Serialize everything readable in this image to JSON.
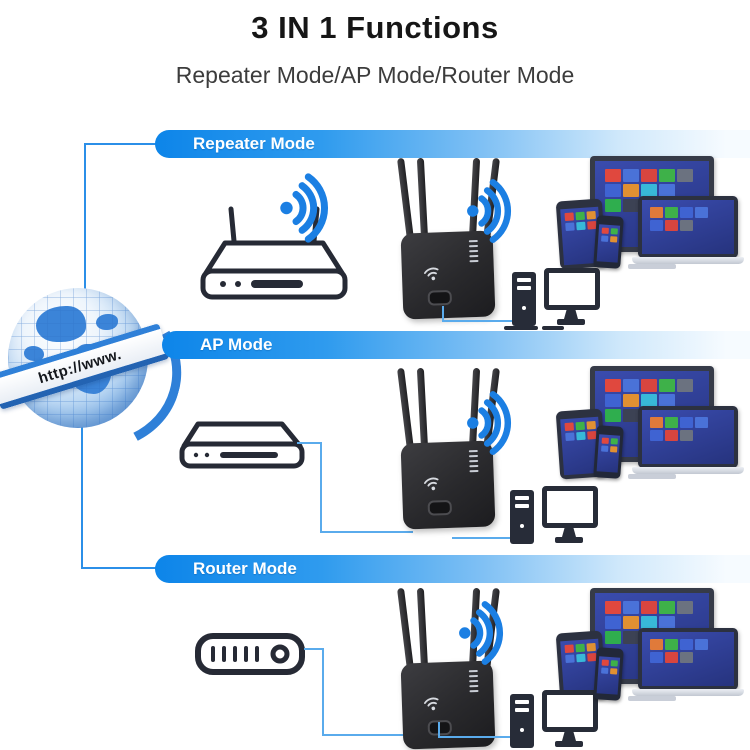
{
  "header": {
    "title": "3 IN 1 Functions",
    "subtitle": "Repeater Mode/AP Mode/Router Mode"
  },
  "globe": {
    "label": "http://www."
  },
  "sections": [
    {
      "label": "Repeater Mode"
    },
    {
      "label": "AP Mode"
    },
    {
      "label": "Router Mode"
    }
  ],
  "colors": {
    "banner_blue": "#0d85e9",
    "wifi_blue": "#1b7fe3",
    "connection_line_blue": "#2b8fe8",
    "cable_blue": "#5aabec",
    "icon_outline_dark": "#262a35",
    "device_screen_blue": "#2e3d99",
    "repeater_body_black": "#29292c"
  },
  "devices": {
    "monitor_tiles": [
      [
        "#e0483e",
        "#4a72d8",
        "#d8453f",
        "#3eb149",
        "#6b7280"
      ],
      [
        "#3f63d2",
        "#e09032",
        "#38b8d8",
        "#4a72d8"
      ],
      [
        "#2fae4e",
        "#3c4254",
        "#e0704a"
      ]
    ],
    "tablet_tiles": [
      [
        "#e0483e",
        "#3eb149",
        "#e09032"
      ],
      [
        "#4a72d8",
        "#38b8d8",
        "#d8453f"
      ]
    ],
    "phone_tiles": [
      [
        "#e0483e",
        "#3eb149"
      ],
      [
        "#4a72d8",
        "#e09032"
      ]
    ],
    "laptop_tiles": [
      [
        "#e07a3a",
        "#3eb149",
        "#3f63d2",
        "#4a72d8"
      ],
      [
        "#3f63d2",
        "#d8453f",
        "#6b7280"
      ]
    ]
  }
}
